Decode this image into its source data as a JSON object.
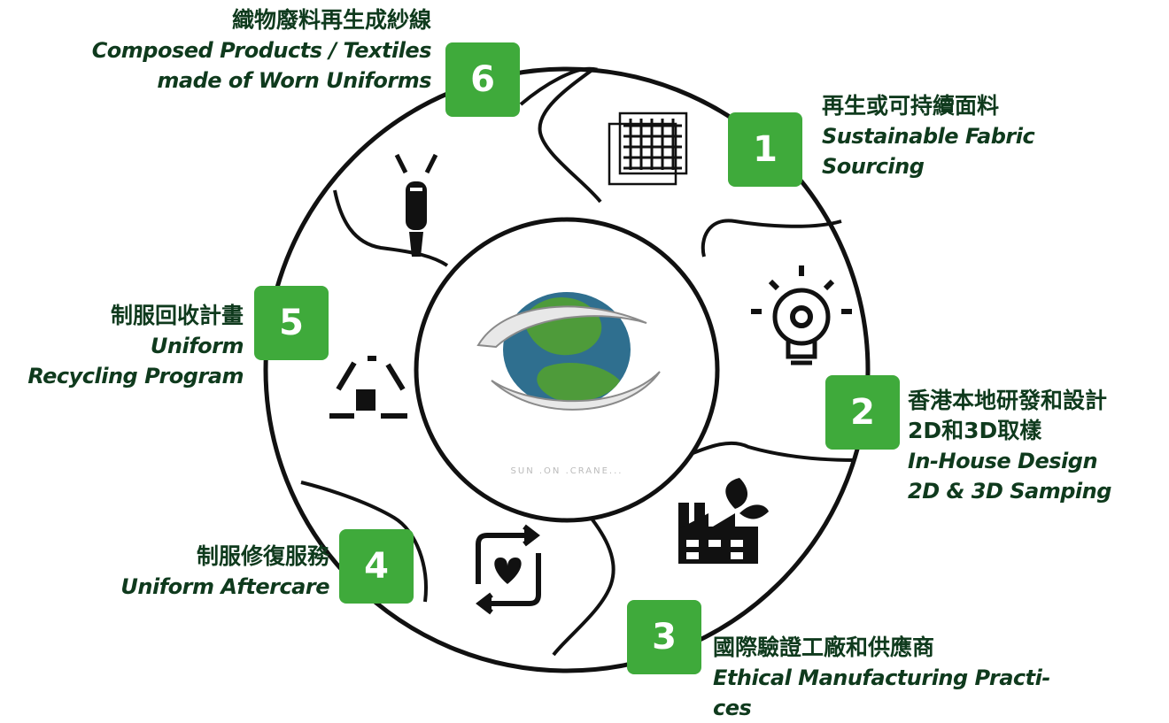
{
  "colors": {
    "badge": "#3faa3b",
    "text": "#0f3a1d",
    "ring": "#111111"
  },
  "center": {
    "logo": "globe-logo",
    "caption": "SUN .ON .CRANE..."
  },
  "steps": [
    {
      "number": "1",
      "zh": "再生或可持續面料",
      "en": "Sustainable Fabric\nSourcing",
      "icon": "fabric-swatch-icon"
    },
    {
      "number": "2",
      "zh": "香港本地研發和設計\n2D和3D取樣",
      "en": "In-House Design\n2D & 3D Samping",
      "icon": "lightbulb-gear-icon"
    },
    {
      "number": "3",
      "zh": "國際驗證工廠和供應商",
      "en": "Ethical Manufacturing Practi-\nces",
      "icon": "eco-factory-icon"
    },
    {
      "number": "4",
      "zh": "制服修復服務",
      "en": "Uniform Aftercare",
      "icon": "repair-heart-icon"
    },
    {
      "number": "5",
      "zh": "制服回收計畫",
      "en": "Uniform\nRecycling Program",
      "icon": "recycle-vest-icon"
    },
    {
      "number": "6",
      "zh": "織物廢料再生成紗線",
      "en": "Composed Products / Textiles\nmade of Worn Uniforms",
      "icon": "zipper-icon"
    }
  ]
}
